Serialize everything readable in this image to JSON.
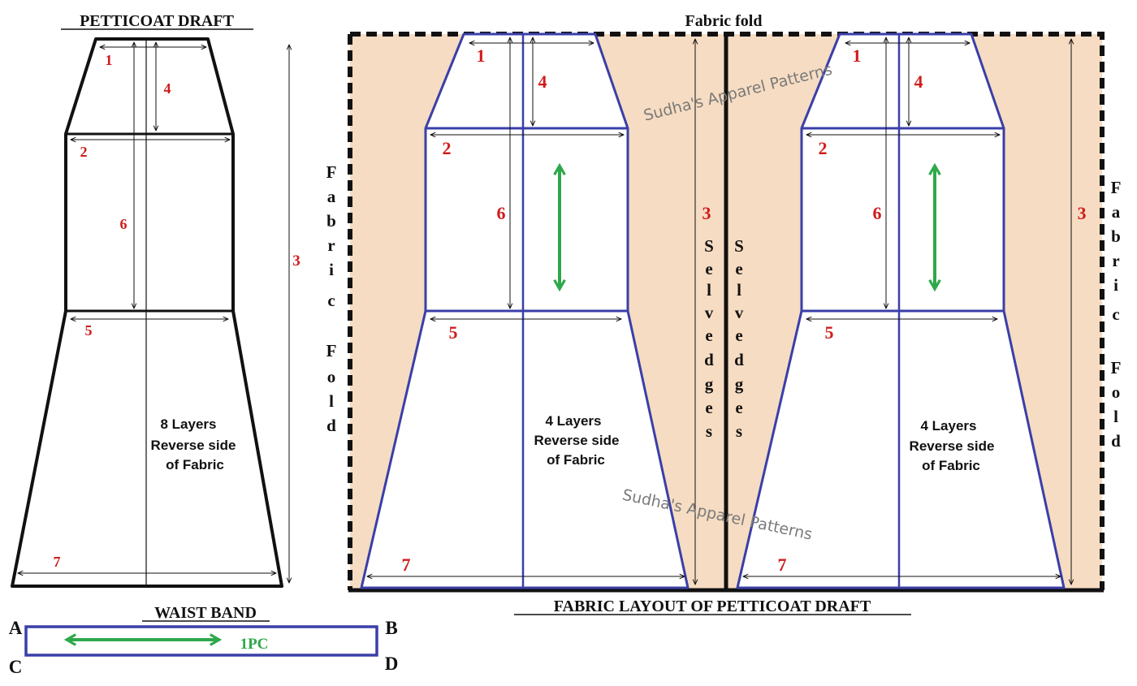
{
  "draft": {
    "title": "PETTICOAT DRAFT",
    "labels": [
      "1",
      "2",
      "3",
      "4",
      "5",
      "6",
      "7"
    ],
    "layers": [
      "8 Layers",
      "Reverse side",
      "of Fabric"
    ]
  },
  "layout": {
    "title": "FABRIC LAYOUT OF PETTICOAT DRAFT",
    "fold_top": "Fabric fold",
    "side_fold": [
      "F",
      "a",
      "b",
      "r",
      "i",
      "c",
      "F",
      "o",
      "l",
      "d"
    ],
    "selvedges": [
      "S",
      "e",
      "l",
      "v",
      "e",
      "d",
      "g",
      "e",
      "s"
    ],
    "left_piece": {
      "labels": [
        "1",
        "4",
        "2",
        "6",
        "3",
        "5",
        "7"
      ],
      "layers": [
        "4 Layers",
        "Reverse side",
        "of Fabric"
      ]
    },
    "right_piece": {
      "labels": [
        "1",
        "4",
        "2",
        "6",
        "3",
        "5",
        "7"
      ],
      "layers": [
        "4 Layers",
        "Reverse side",
        "of Fabric"
      ]
    },
    "watermark_1": "Sudha's Apparel Patterns",
    "watermark_2": "Sudha's Apparel Patterns"
  },
  "waistband": {
    "title": "WAIST BAND",
    "corners": [
      "A",
      "B",
      "C",
      "D"
    ],
    "pieces": "1PC"
  },
  "colors": {
    "fabric": "#f6dcc2",
    "outline": "#3a3fa8",
    "measure_number": "#d01c1c",
    "grainline": "#2ea84a"
  }
}
